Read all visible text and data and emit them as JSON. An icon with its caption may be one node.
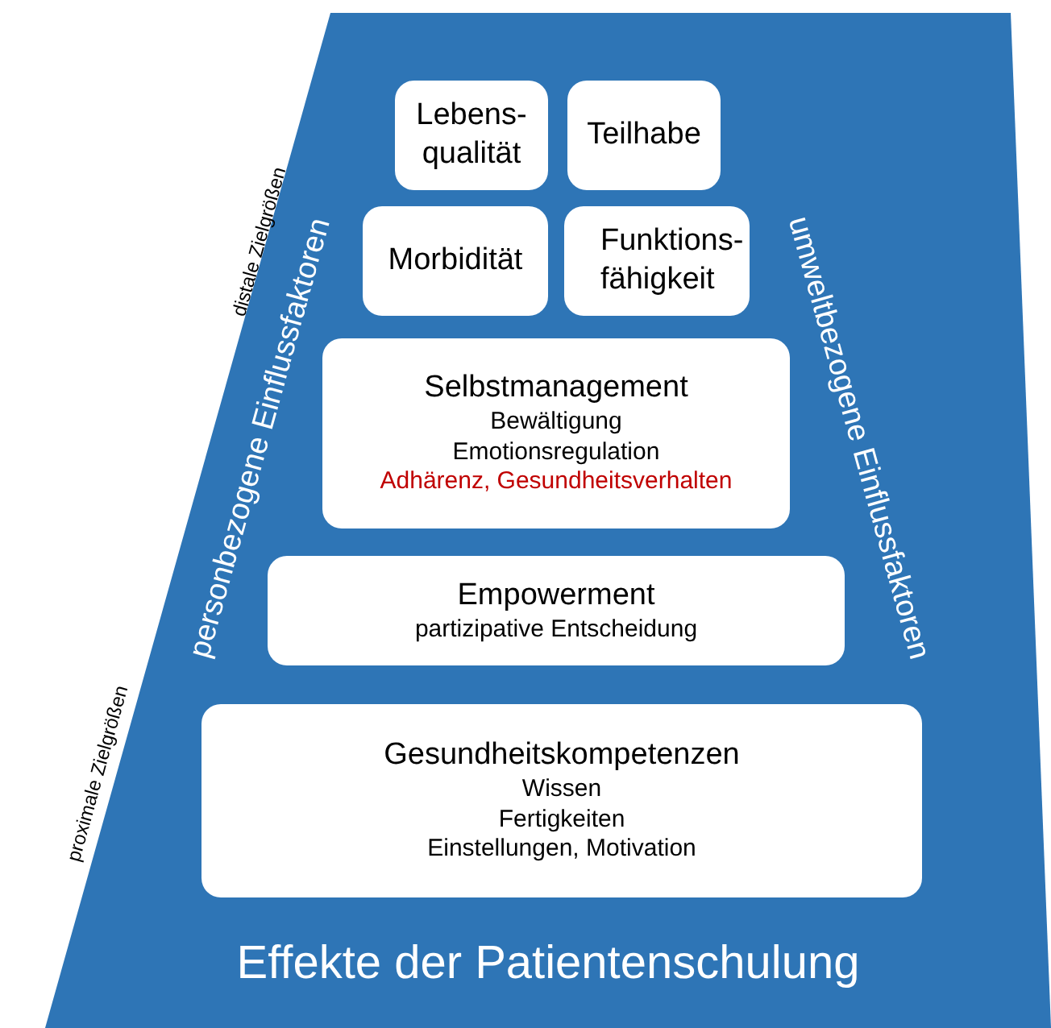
{
  "diagram": {
    "nodes": [
      {
        "text": [
          "Effekte der Patientenschulung",
          "personbezogene Einflussfaktoren",
          "umweltbezogene Einflussfaktoren"
        ]
      },
      {
        "text": [
          "Lebens- qualität"
        ],
        "in": 0
      },
      {
        "text": [
          "Teilhabe"
        ],
        "in": 0
      },
      {
        "text": [
          "Morbidität"
        ],
        "in": 0
      },
      {
        "text": [
          "Funktions- fähigkeit"
        ],
        "in": 0
      },
      {
        "text": [
          "Selbstmanagement",
          "Bewältigung",
          "Emotionsregulation",
          "Adhärenz, Gesundheitsverhalten"
        ],
        "in": 0
      },
      {
        "text": [
          "Empowerment",
          "partizipative Entscheidung"
        ],
        "in": 0
      },
      {
        "text": [
          "Gesundheitskompetenzen",
          "Wissen",
          "Fertigkeiten",
          "Einstellungen, Motivation"
        ],
        "in": 0
      }
    ],
    "labels": [
      "distale Zielgrößen",
      "proximale Zielgrößen"
    ]
  }
}
